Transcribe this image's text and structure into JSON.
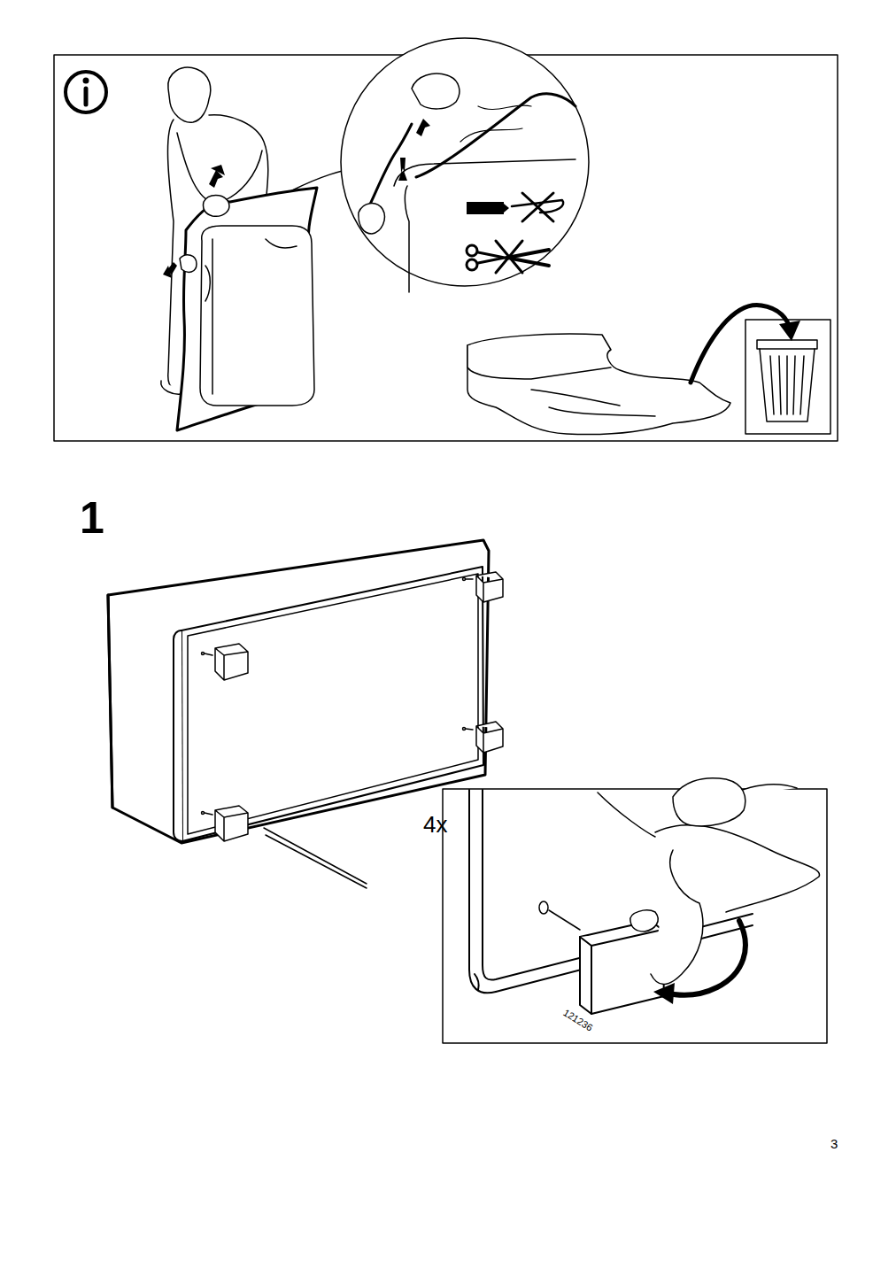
{
  "diagram": {
    "labels": [
      "1",
      "4x",
      "121236",
      "3"
    ]
  }
}
